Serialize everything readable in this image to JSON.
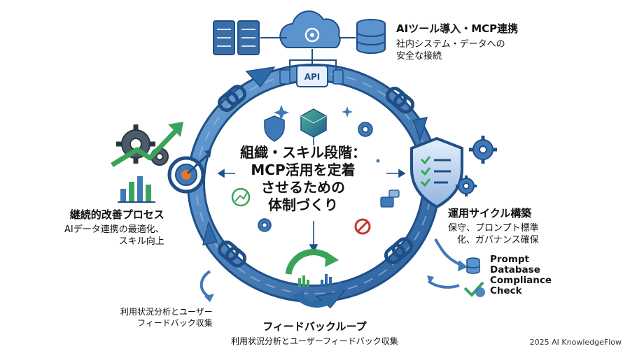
{
  "center_title": [
    "組織・スキル段階：",
    "MCP活用を定着",
    "させるための",
    "体制づくり"
  ],
  "api_label": "API",
  "stages": {
    "tools": {
      "title": "AIツール導入・MCP連携",
      "desc": [
        "社内システム・データへの",
        "安全な接続"
      ]
    },
    "operations": {
      "title": "運用サイクル構築",
      "desc": [
        "保守、プロンプト標準",
        "化、ガバナンス確保"
      ]
    },
    "feedback": {
      "title": "フィードバックループ",
      "desc": [
        "利用状況分析とユーザーフィードバック収集"
      ]
    },
    "improvement": {
      "title": "継続的改善プロセス",
      "desc": [
        "AIデータ連携の最適化、",
        "スキル向上"
      ]
    }
  },
  "left_feedback_note": [
    "利用状況分析とユーザー",
    "フィードバック収集"
  ],
  "right_list": [
    "Prompt",
    "Database",
    "Compliance",
    "Check"
  ],
  "footer": "2025 AI KnowledgeFlow",
  "colors": {
    "ring": "#3f79b8",
    "ring_dark": "#1f4f86",
    "accent_green": "#3aa35a",
    "accent_orange": "#e07a2a",
    "accent_red": "#c0392b"
  }
}
